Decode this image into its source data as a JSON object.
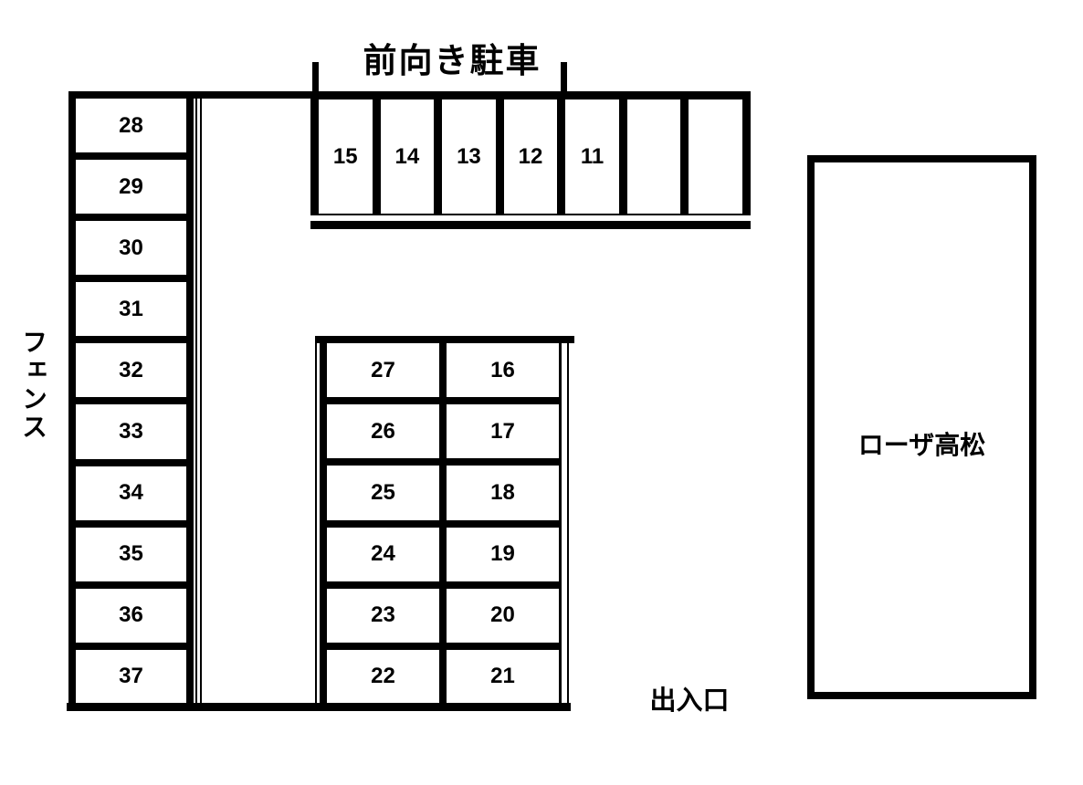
{
  "labels": {
    "title": "前向き駐車",
    "fence": "フェンス",
    "building": "ローザ高松",
    "entrance": "出入口"
  },
  "stalls": {
    "left_column": [
      "28",
      "29",
      "30",
      "31",
      "32",
      "33",
      "34",
      "35",
      "36",
      "37"
    ],
    "top_row": [
      "15",
      "14",
      "13",
      "12",
      "11",
      "",
      ""
    ],
    "middle_left_column": [
      "27",
      "26",
      "25",
      "24",
      "23",
      "22"
    ],
    "middle_right_column": [
      "16",
      "17",
      "18",
      "19",
      "20",
      "21"
    ]
  },
  "colors": {
    "line": "#000000",
    "background": "#ffffff"
  }
}
